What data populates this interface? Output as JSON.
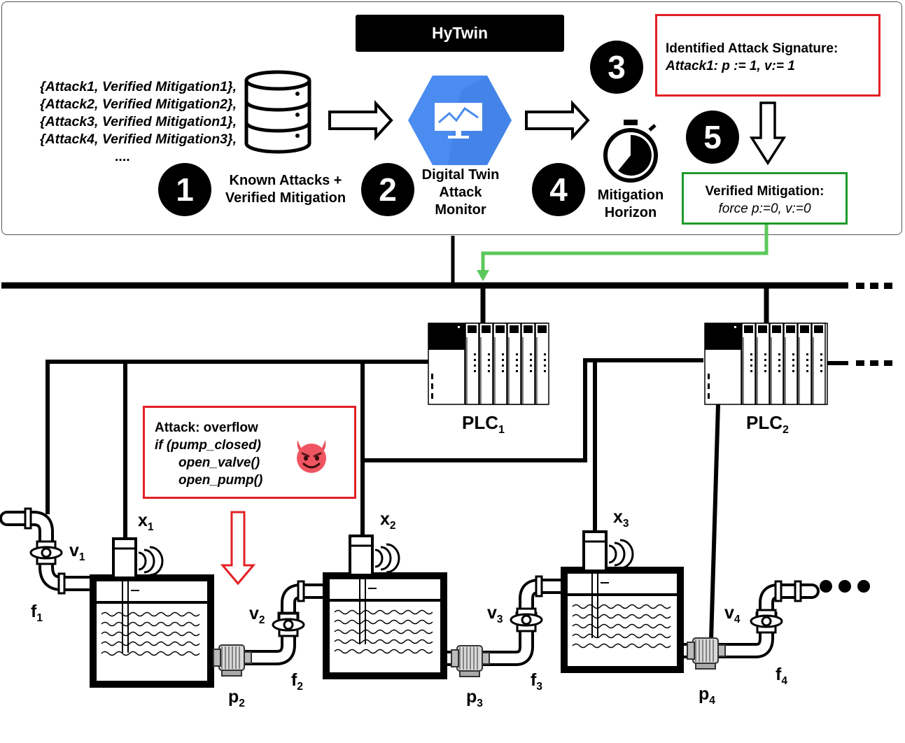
{
  "title": "HyTwin",
  "steps": [
    "1",
    "2",
    "3",
    "4",
    "5"
  ],
  "attack_list": [
    "{Attack1, Verified Mitigation1},",
    "{Attack2, Verified Mitigation2},",
    "{Attack3, Verified Mitigation1},",
    "{Attack4, Verified Mitigation3},",
    "...."
  ],
  "known_attacks_label": [
    "Known Attacks +",
    "Verified Mitigation"
  ],
  "monitor_label": [
    "Digital Twin",
    "Attack",
    "Monitor"
  ],
  "horizon_label": [
    "Mitigation",
    "Horizon"
  ],
  "signature_box": {
    "title": "Identified Attack Signature:",
    "text": "Attack1: p := 1, v:= 1"
  },
  "mitigation_box": {
    "title": "Verified Mitigation:",
    "text": "force p:=0, v:=0"
  },
  "attack_box": {
    "title": "Attack: overflow",
    "lines": [
      "if (pump_closed)",
      "open_valve()",
      "open_pump()"
    ]
  },
  "plcs": [
    {
      "base": "PLC",
      "sub": "1"
    },
    {
      "base": "PLC",
      "sub": "2"
    }
  ],
  "devices": {
    "x": [
      {
        "base": "x",
        "sub": "1"
      },
      {
        "base": "x",
        "sub": "2"
      },
      {
        "base": "x",
        "sub": "3"
      }
    ],
    "v": [
      {
        "base": "v",
        "sub": "1"
      },
      {
        "base": "v",
        "sub": "2"
      },
      {
        "base": "v",
        "sub": "3"
      },
      {
        "base": "v",
        "sub": "4"
      }
    ],
    "f": [
      {
        "base": "f",
        "sub": "1"
      },
      {
        "base": "f",
        "sub": "2"
      },
      {
        "base": "f",
        "sub": "3"
      },
      {
        "base": "f",
        "sub": "4"
      }
    ],
    "p": [
      {
        "base": "p",
        "sub": "2"
      },
      {
        "base": "p",
        "sub": "3"
      },
      {
        "base": "p",
        "sub": "4"
      }
    ]
  },
  "colors": {
    "attack_red": "#e32025",
    "mitigation_green": "#1e9a2a",
    "green_line": "#5cc85c",
    "monitor_blue": "#4b8cf0"
  },
  "icons": [
    "database-icon",
    "monitor-icon",
    "stopwatch-icon",
    "devil-emoji-icon"
  ]
}
